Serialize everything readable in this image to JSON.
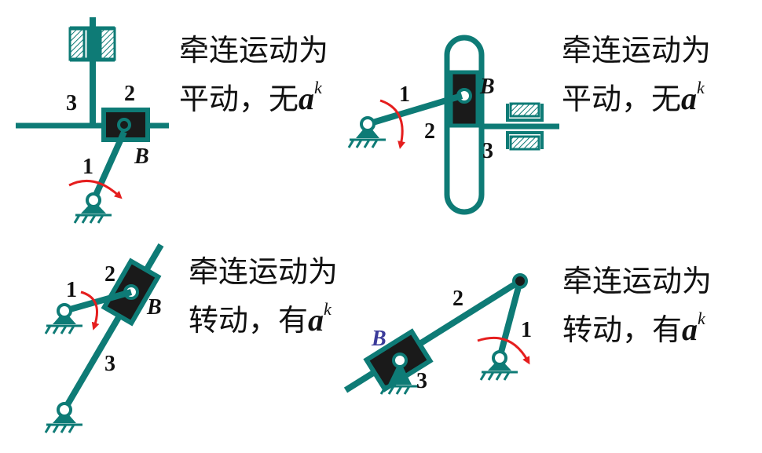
{
  "colors": {
    "link": "#0e7b76",
    "slider": "#1a1a1a",
    "arrow": "#e51e1e",
    "hatch": "#0e7b76",
    "label_blue": "#3b3b9a"
  },
  "captions": {
    "tl": {
      "line1": "牵连运动为",
      "line2": "平动，无",
      "ak": "a",
      "sup": "k"
    },
    "tr": {
      "line1": "牵连运动为",
      "line2": "平动，无",
      "ak": "a",
      "sup": "k"
    },
    "bl": {
      "line1": "牵连运动为",
      "line2": "转动，有",
      "ak": "a",
      "sup": "k"
    },
    "br": {
      "line1": "牵连运动为",
      "line2": "转动，有",
      "ak": "a",
      "sup": "k"
    }
  },
  "labels": {
    "tl": {
      "l3": "3",
      "l2": "2",
      "l1": "1",
      "B": "B"
    },
    "tr": {
      "l1": "1",
      "B": "B",
      "l2": "2",
      "l3": "3"
    },
    "bl": {
      "l1": "1",
      "l2": "2",
      "B": "B",
      "l3": "3"
    },
    "br": {
      "l2": "2",
      "l1": "1",
      "B": "B",
      "l3": "3"
    }
  }
}
